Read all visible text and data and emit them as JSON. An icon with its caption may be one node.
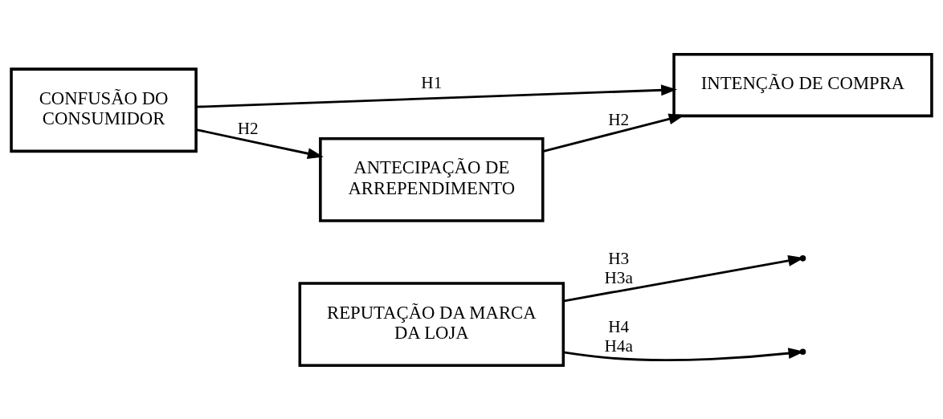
{
  "diagram": {
    "nodes": [
      {
        "text": [
          "REPUTAÇÃO DA MARCA DA LOJA"
        ]
      },
      {
        "text": [
          "CONFUSÃO DO CONSUMIDOR"
        ]
      },
      {
        "text": [
          "INTENÇÃO DE COMPRA"
        ]
      },
      {
        "text": [
          "ANTECIPAÇÃO DE ARREPENDIMENTO"
        ]
      }
    ],
    "edges": [
      {
        "from": 1,
        "to": 2,
        "arrow": "to",
        "label": "H1"
      },
      {
        "from": 0,
        "to": null,
        "arrow": "to",
        "label": "H3 H3a"
      },
      {
        "from": 1,
        "to": 3,
        "arrow": "to",
        "label": "H2"
      },
      {
        "from": 3,
        "to": 2,
        "arrow": "to",
        "label": "H2"
      },
      {
        "from": 0,
        "to": null,
        "arrow": "to",
        "label": "H4 H4a"
      }
    ]
  }
}
